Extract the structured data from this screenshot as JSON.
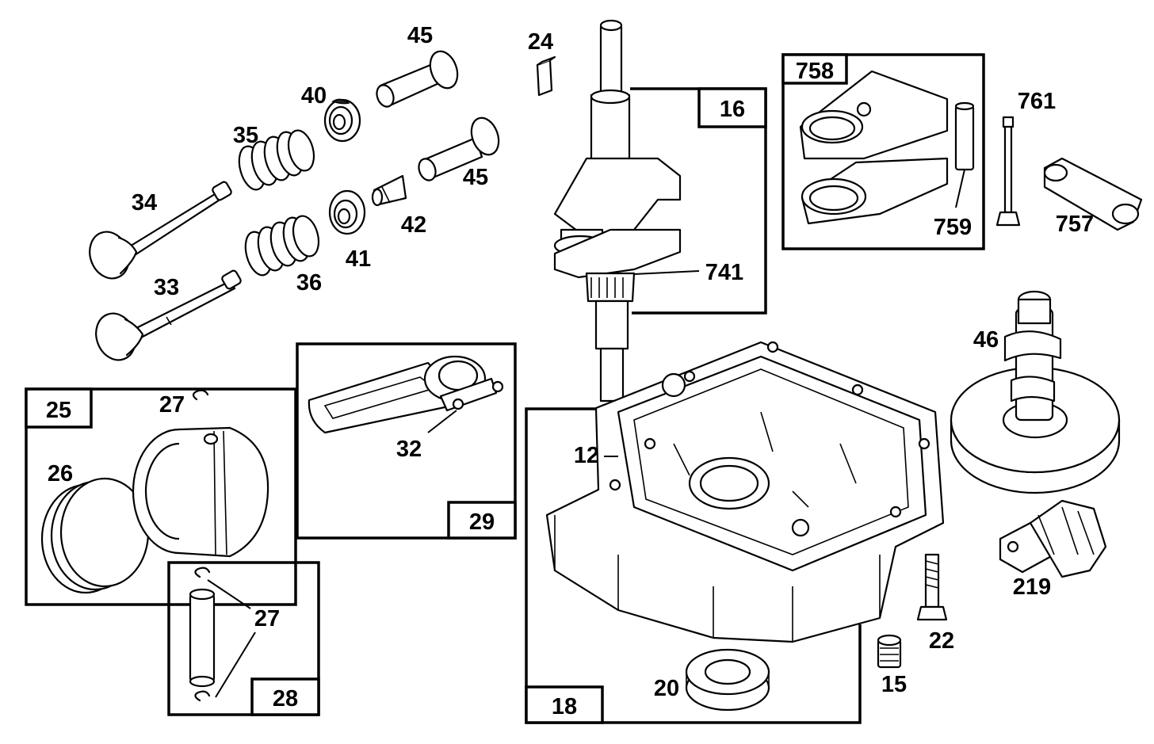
{
  "kit_boxes": [
    {
      "id": "box-16",
      "label": "16"
    },
    {
      "id": "box-758",
      "label": "758"
    },
    {
      "id": "box-25",
      "label": "25"
    },
    {
      "id": "box-29",
      "label": "29"
    },
    {
      "id": "box-28",
      "label": "28"
    },
    {
      "id": "box-18",
      "label": "18"
    }
  ],
  "part_labels": [
    {
      "id": "p45a",
      "text": "45"
    },
    {
      "id": "p24",
      "text": "24"
    },
    {
      "id": "p40",
      "text": "40"
    },
    {
      "id": "p35",
      "text": "35"
    },
    {
      "id": "p45b",
      "text": "45"
    },
    {
      "id": "p34",
      "text": "34"
    },
    {
      "id": "p42",
      "text": "42"
    },
    {
      "id": "p41",
      "text": "41"
    },
    {
      "id": "p33",
      "text": "33"
    },
    {
      "id": "p36",
      "text": "36"
    },
    {
      "id": "p741",
      "text": "741"
    },
    {
      "id": "p761",
      "text": "761"
    },
    {
      "id": "p759",
      "text": "759"
    },
    {
      "id": "p757",
      "text": "757"
    },
    {
      "id": "p46",
      "text": "46"
    },
    {
      "id": "p27a",
      "text": "27"
    },
    {
      "id": "p26",
      "text": "26"
    },
    {
      "id": "p32",
      "text": "32"
    },
    {
      "id": "p12",
      "text": "12"
    },
    {
      "id": "p27b",
      "text": "27"
    },
    {
      "id": "p219",
      "text": "219"
    },
    {
      "id": "p22",
      "text": "22"
    },
    {
      "id": "p15",
      "text": "15"
    },
    {
      "id": "p20",
      "text": "20"
    }
  ]
}
